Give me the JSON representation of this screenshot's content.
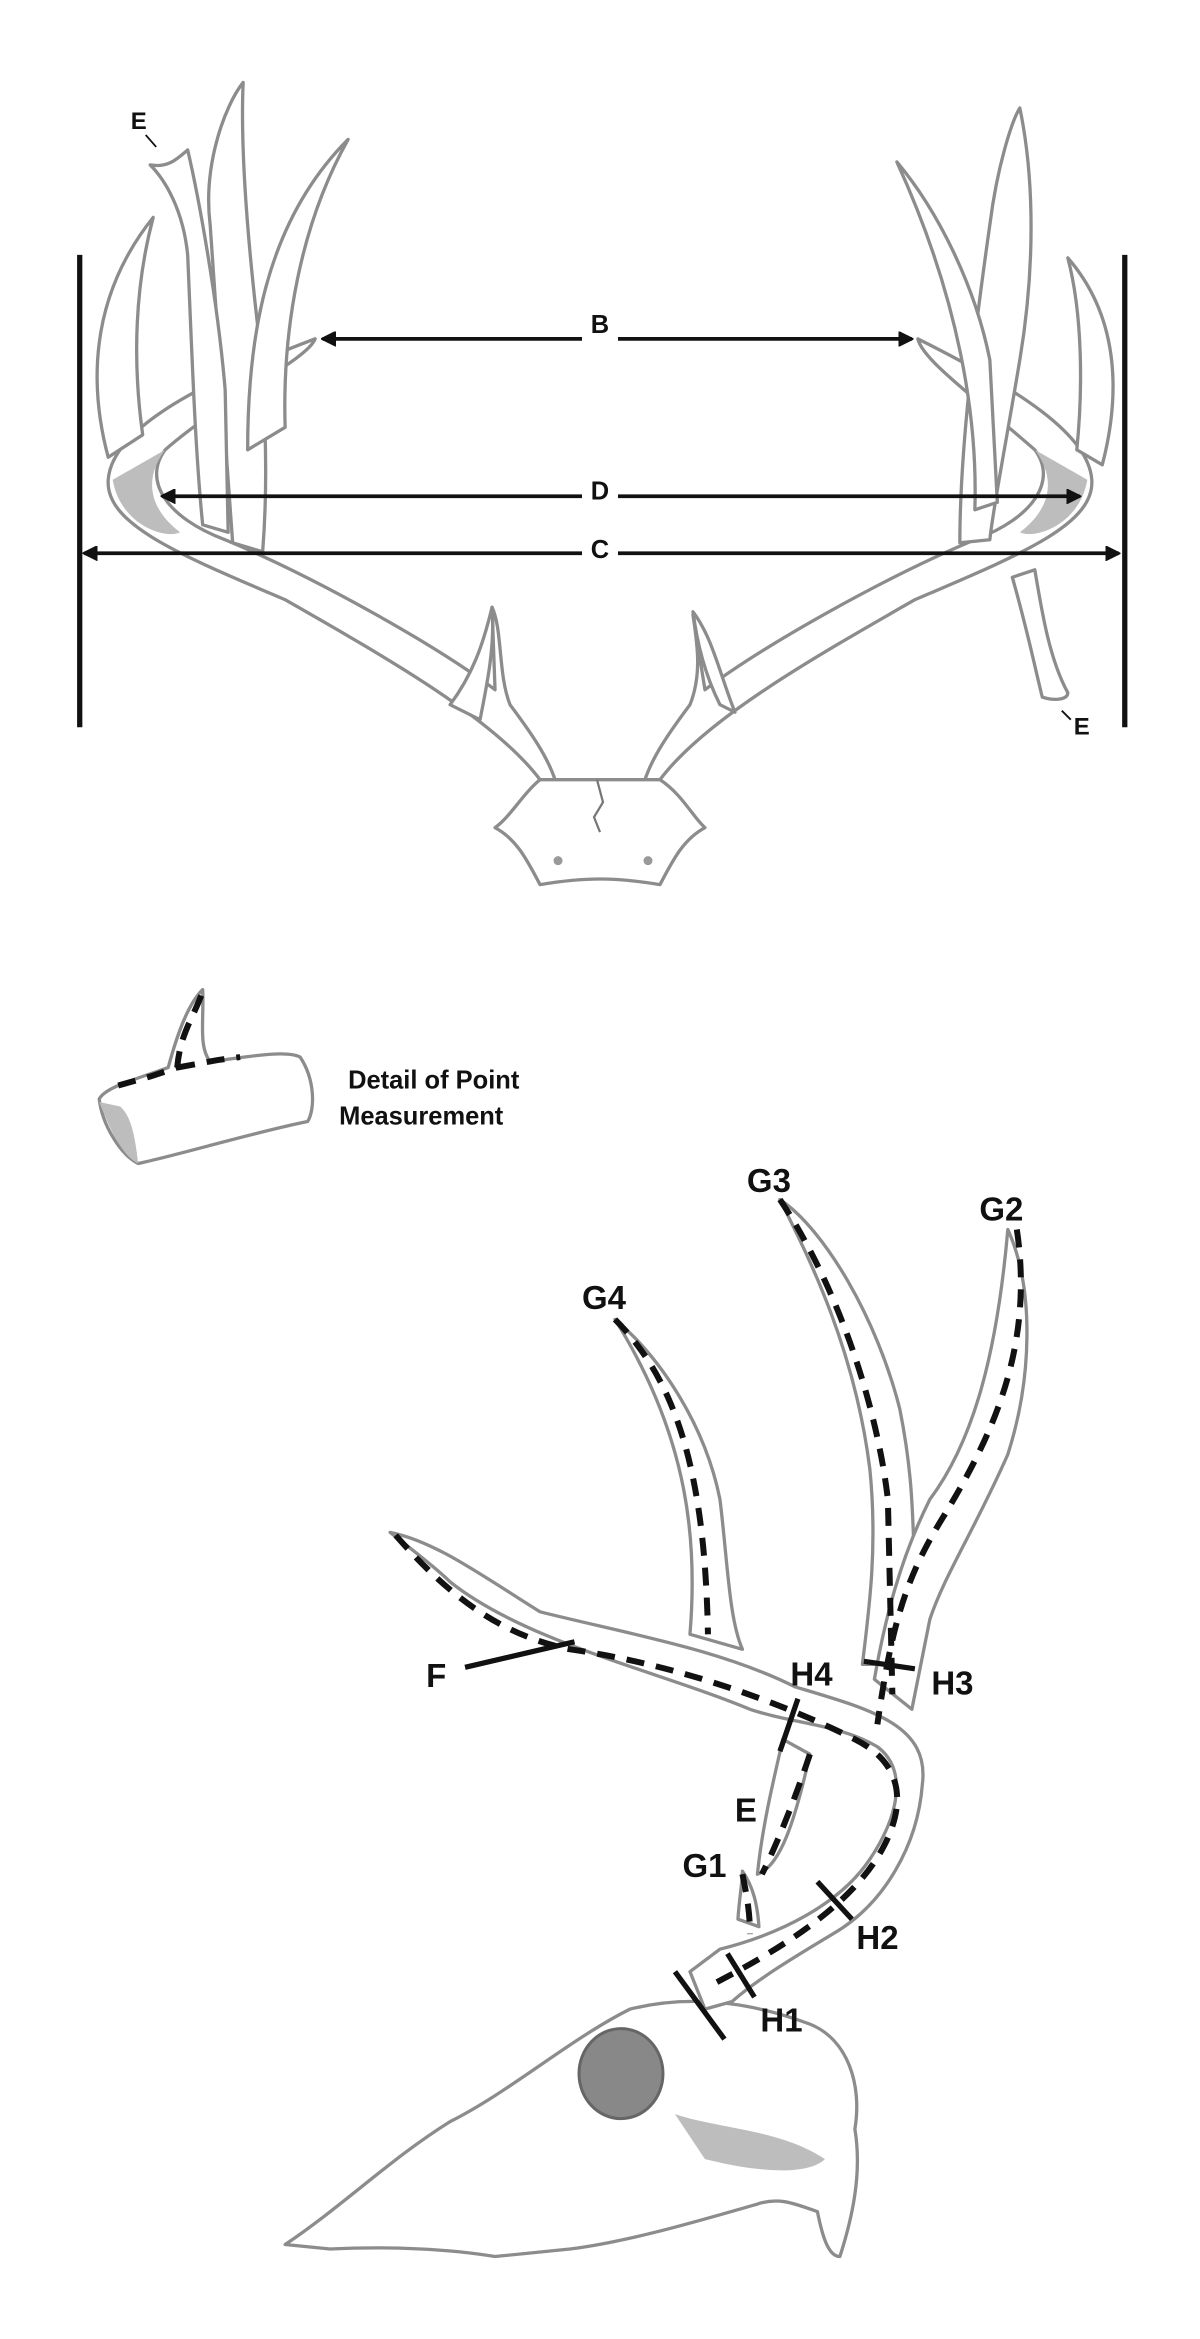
{
  "front_view": {
    "labels": {
      "B": "B",
      "C": "C",
      "D": "D",
      "E_left": "E",
      "E_right": "E"
    }
  },
  "detail": {
    "line1": "Detail of Point",
    "line2": "Measurement"
  },
  "side_view": {
    "labels": {
      "G1": "G1",
      "G2": "G2",
      "G3": "G3",
      "G4": "G4",
      "F": "F",
      "E": "E",
      "H1": "H1",
      "H2": "H2",
      "H3": "H3",
      "H4": "H4"
    }
  }
}
